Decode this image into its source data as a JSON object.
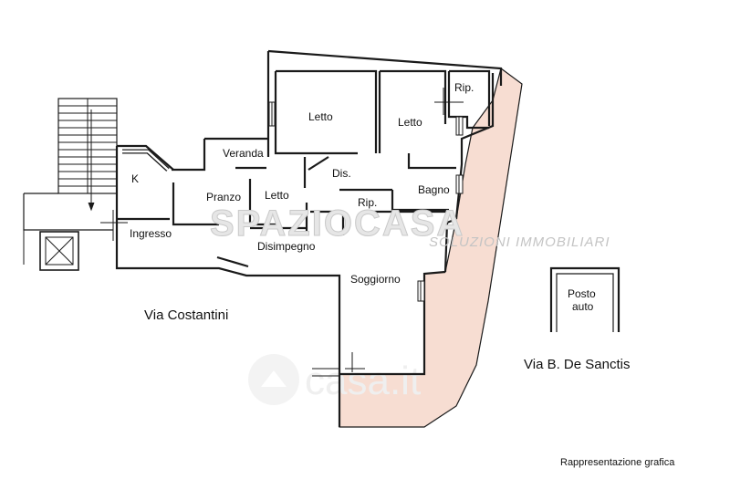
{
  "rooms": {
    "letto1": "Letto",
    "letto2": "Letto",
    "letto3": "Letto",
    "rip1": "Rip.",
    "rip2": "Rip.",
    "veranda": "Veranda",
    "k": "K",
    "dis": "Dis.",
    "pranzo": "Pranzo",
    "bagno": "Bagno",
    "ingresso": "Ingresso",
    "disimpegno": "Disimpegno",
    "soggiorno": "Soggiorno",
    "posto_auto": [
      "Posto",
      "auto"
    ]
  },
  "streets": {
    "west": "Via Costantini",
    "east": "Via B. De Sanctis"
  },
  "brand": {
    "name": "SPAZIOCASA",
    "tagline": "SOLUZIONI IMMOBILIARI"
  },
  "watermark": "casa.it",
  "note": "Rappresentazione grafica",
  "colors": {
    "terrace": "#f7ddd2",
    "walls": "#1a1a1a"
  }
}
